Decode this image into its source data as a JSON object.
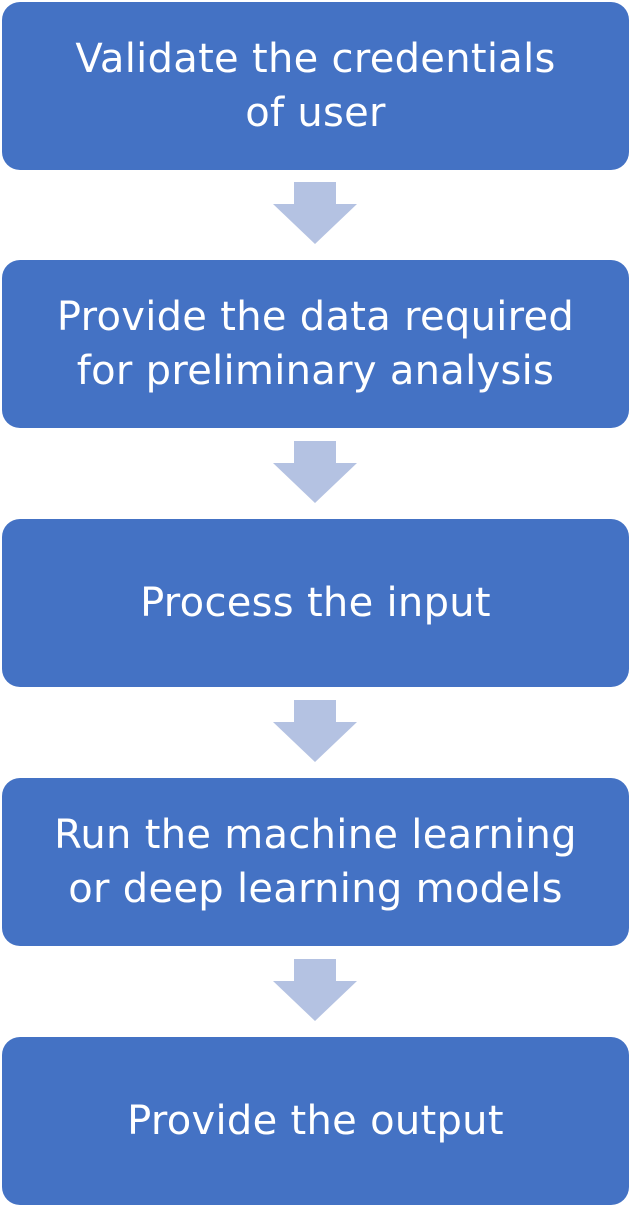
{
  "colors": {
    "box_fill": "#4472c4",
    "box_text": "#ffffff",
    "arrow_fill": "#b4c2e2",
    "background": "#ffffff"
  },
  "steps": [
    {
      "label": "Validate the credentials\nof user"
    },
    {
      "label": "Provide the data required\nfor preliminary analysis"
    },
    {
      "label": "Process the input"
    },
    {
      "label": "Run the machine learning\nor deep learning models"
    },
    {
      "label": "Provide the output"
    }
  ],
  "arrows": [
    {
      "icon": "down-arrow-icon"
    },
    {
      "icon": "down-arrow-icon"
    },
    {
      "icon": "down-arrow-icon"
    },
    {
      "icon": "down-arrow-icon"
    }
  ]
}
